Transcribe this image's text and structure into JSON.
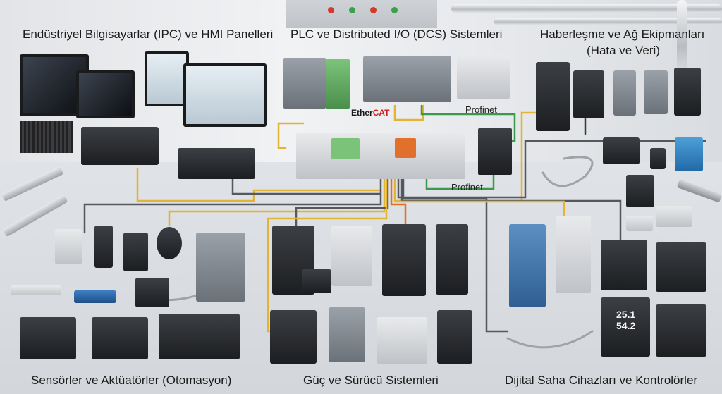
{
  "sections": {
    "ipc": {
      "title": "Endüstriyel Bilgisayarlar (IPC) ve HMI Panelleri"
    },
    "plc": {
      "title": "PLC ve Distributed I/O (DCS) Sistemleri"
    },
    "network": {
      "title_line1": "Haberleşme ve Ağ Ekipmanları",
      "title_line2": "(Hata ve Veri)"
    },
    "sensors": {
      "title": "Sensörler ve Aktüatörler (Otomasyon)"
    },
    "power": {
      "title": "Güç ve Sürücü Sistemleri"
    },
    "field": {
      "title": "Dijital Saha Cihazları ve Kontrolörler"
    }
  },
  "bus_labels": {
    "ethercat_prefix": "Ether",
    "ethercat_suffix": "CAT",
    "profinet_top": "Profinet",
    "profinet_bottom": "Profinet"
  },
  "controller_readouts": {
    "top_value": "25.1",
    "bottom_value": "54.2"
  },
  "colors": {
    "bus_yellow": "#e3b334",
    "bus_green": "#3a9a4a",
    "bus_grey": "#55595e",
    "terminal_green": "#7cc37a",
    "terminal_orange": "#e0702c",
    "status_red": "#d21d1d"
  },
  "icons": [
    "industrial-pc-icon",
    "hmi-panel-icon",
    "plc-icon",
    "network-switch-icon",
    "sensor-icon",
    "valve-icon",
    "ups-icon",
    "drive-icon",
    "transmitter-icon",
    "controller-icon",
    "wrench-icon"
  ]
}
